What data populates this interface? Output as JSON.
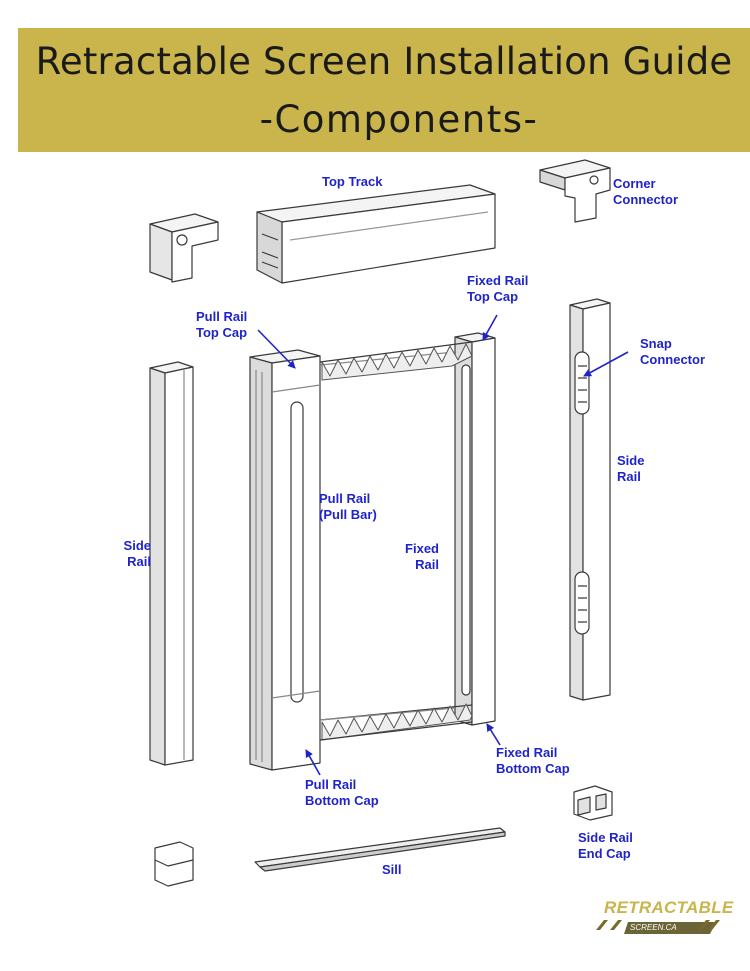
{
  "header": {
    "title": "Retractable Screen Installation Guide",
    "subtitle": "-Components-"
  },
  "labels": {
    "top_track": "Top Track",
    "corner_connector": [
      "Corner",
      "Connector"
    ],
    "fixed_rail_top_cap": [
      "Fixed Rail",
      "Top Cap"
    ],
    "pull_rail_top_cap": [
      "Pull Rail",
      "Top Cap"
    ],
    "snap_connector": [
      "Snap",
      "Connector"
    ],
    "side_rail_right": [
      "Side",
      "Rail"
    ],
    "pull_rail": [
      "Pull Rail",
      "(Pull Bar)"
    ],
    "fixed_rail": [
      "Fixed",
      "Rail"
    ],
    "side_rail_left": [
      "Side",
      "Rail"
    ],
    "fixed_rail_bottom_cap": [
      "Fixed Rail",
      "Bottom Cap"
    ],
    "pull_rail_bottom_cap": [
      "Pull Rail",
      "Bottom Cap"
    ],
    "side_rail_end_cap": [
      "Side Rail",
      "End Cap"
    ],
    "sill": "Sill"
  },
  "logo": {
    "word": "RETRACTABLE",
    "domain": "SCREEN.CA"
  },
  "colors": {
    "header_bg": "#c9b54c",
    "label_text": "#1f24c9",
    "line": "#3a3a3a"
  }
}
